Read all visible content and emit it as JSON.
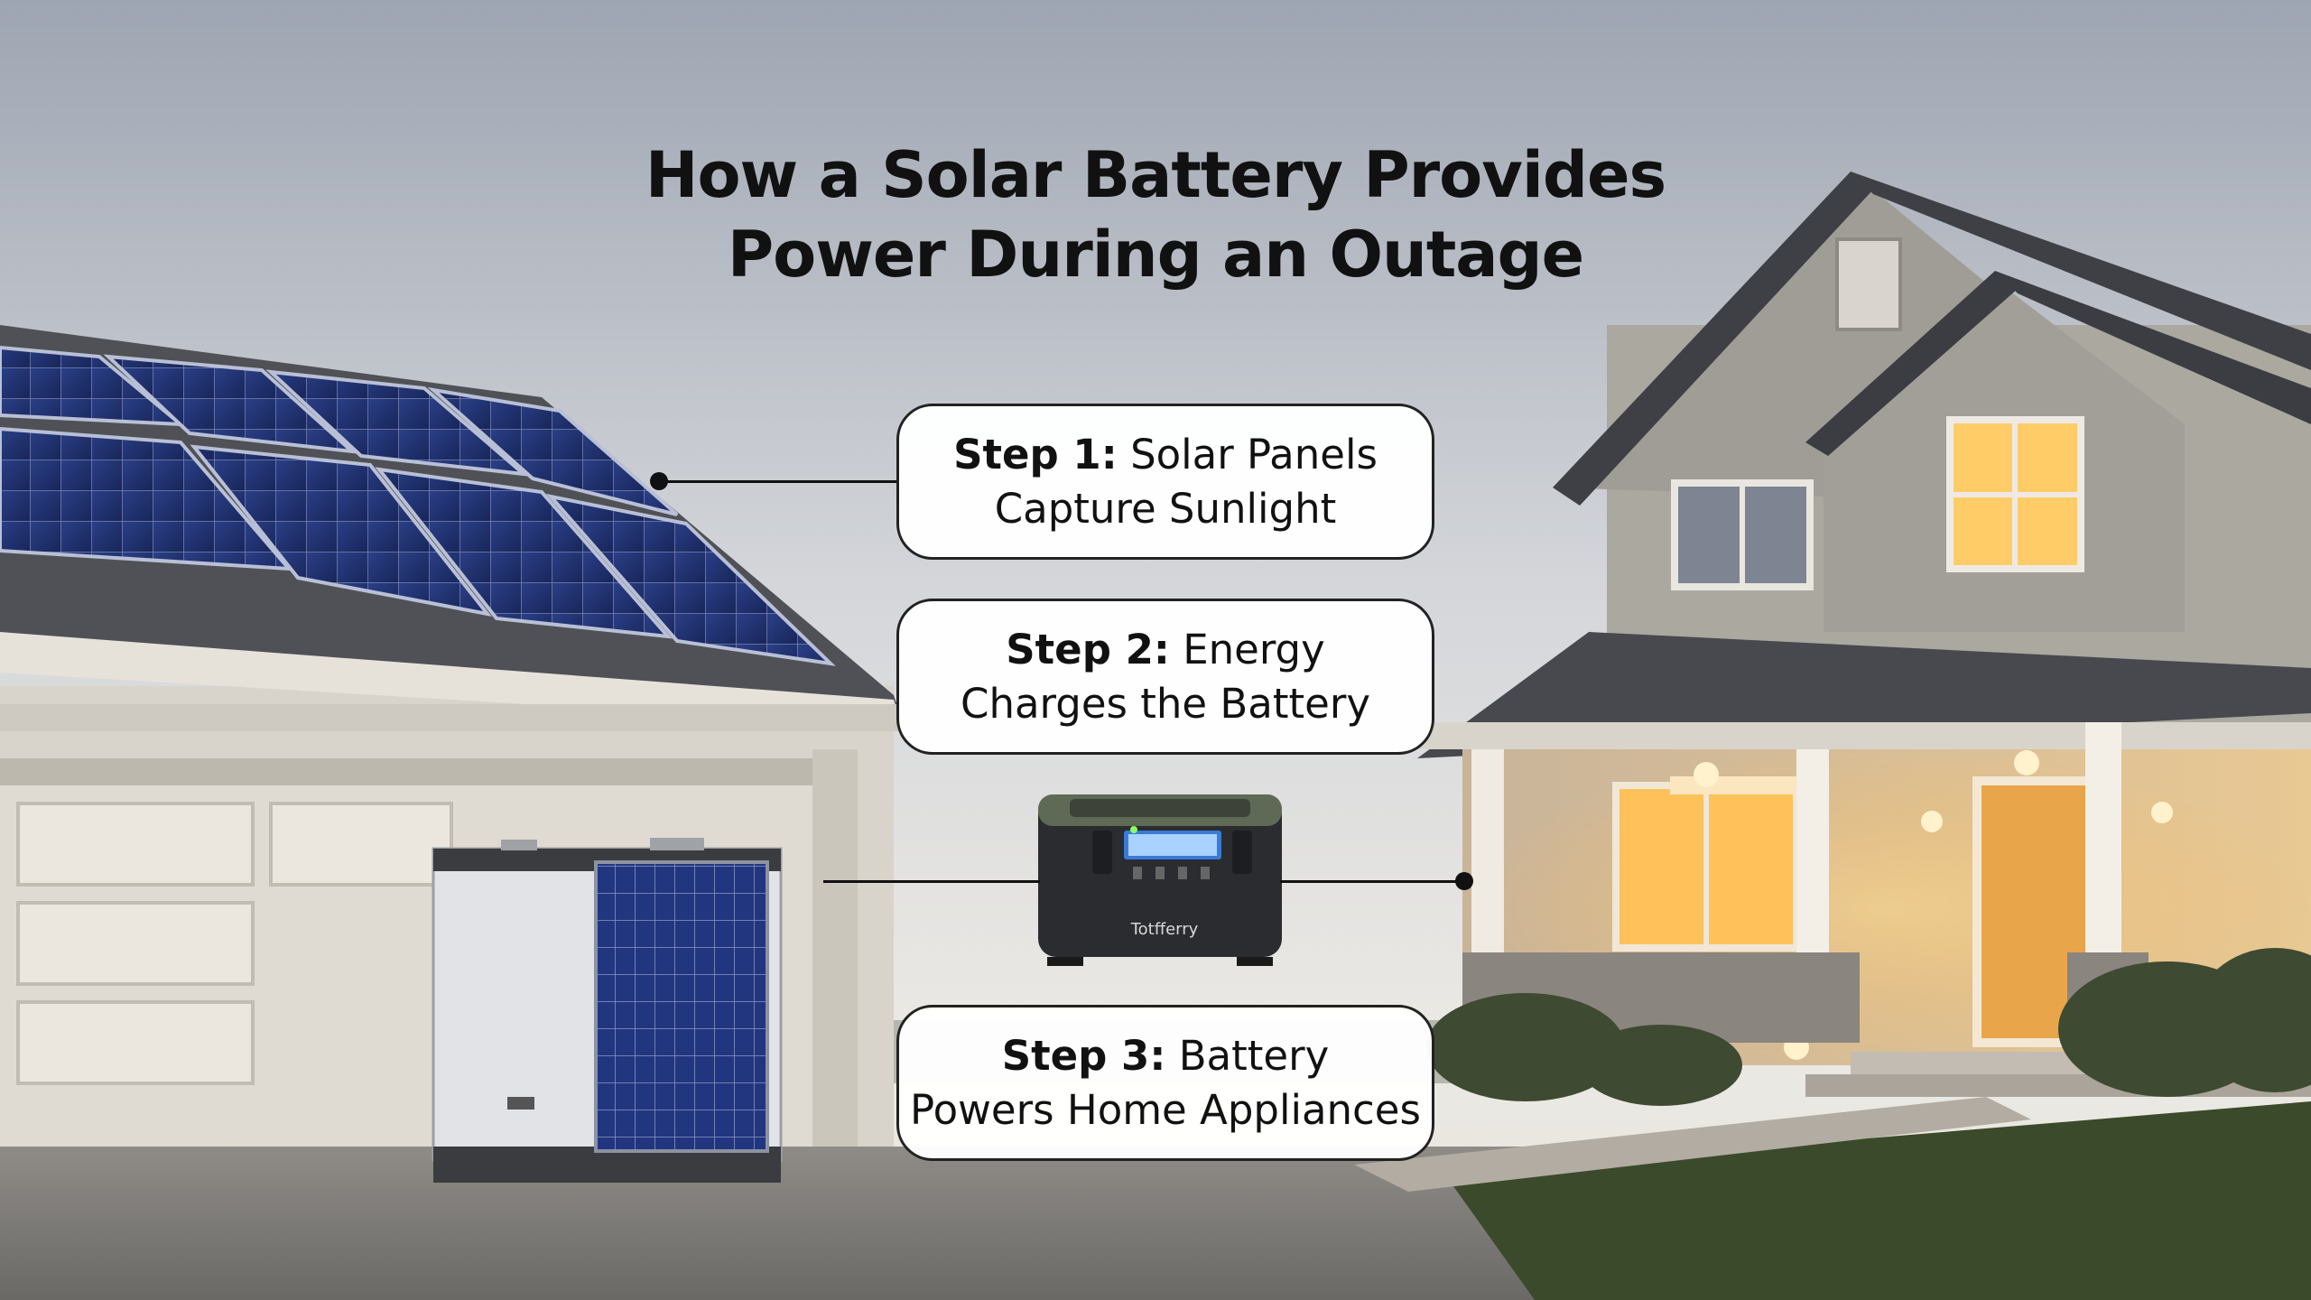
{
  "title": {
    "line1": "How a Solar Battery Provides",
    "line2": "Power During an Outage"
  },
  "steps": [
    {
      "label": "Step 1:",
      "text_line1": "Solar Panels",
      "text_line2": "Capture Sunlight"
    },
    {
      "label": "Step 2:",
      "text_line1": "Energy",
      "text_line2": "Charges the Battery"
    },
    {
      "label": "Step 3:",
      "text_line1": "Battery",
      "text_line2": "Powers Home Appliances"
    }
  ],
  "device": {
    "brand_text": "Totfferry"
  },
  "colors": {
    "sky_top": "#a9afba",
    "sky_bottom": "#eceae6",
    "window_glow": "#ffcf6a",
    "panel_blue": "#1e2f6e",
    "connector": "#111111"
  }
}
